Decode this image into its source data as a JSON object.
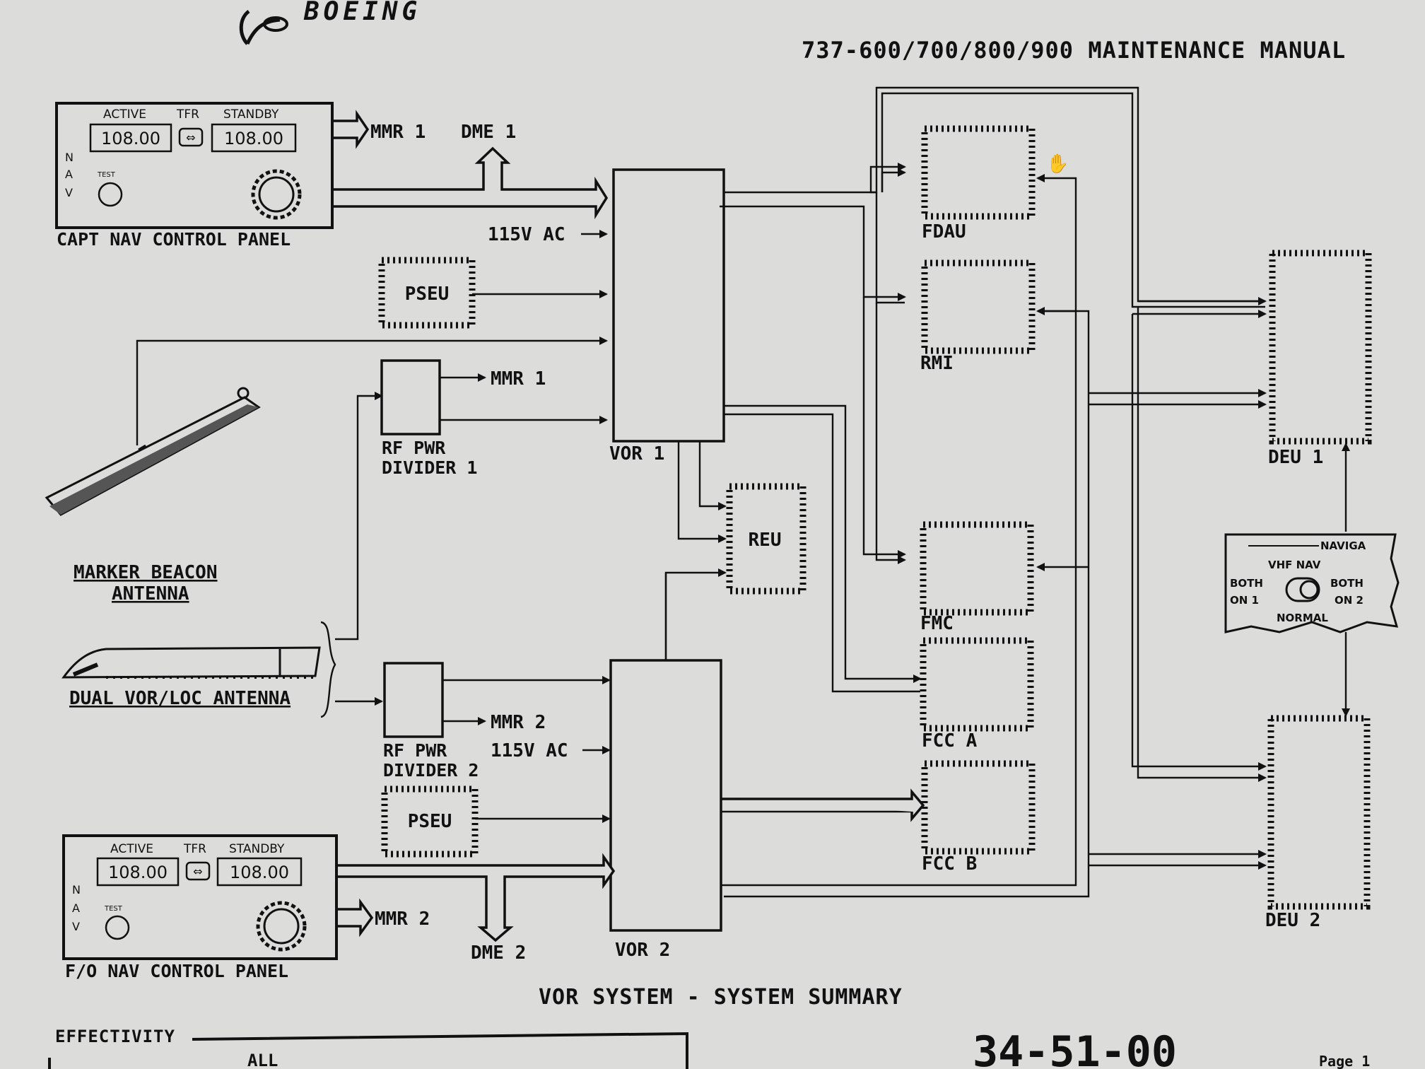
{
  "header": {
    "brand": "BOEING",
    "manual_title": "737-600/700/800/900 MAINTENANCE MANUAL"
  },
  "capt_panel": {
    "label": "CAPT NAV CONTROL PANEL",
    "active_label": "ACTIVE",
    "tfr_label": "TFR",
    "standby_label": "STANDBY",
    "active_freq": "108.00",
    "standby_freq": "108.00",
    "nav_letters": [
      "N",
      "A",
      "V"
    ],
    "test_label": "TEST"
  },
  "fo_panel": {
    "label": "F/O NAV CONTROL PANEL",
    "active_label": "ACTIVE",
    "tfr_label": "TFR",
    "standby_label": "STANDBY",
    "active_freq": "108.00",
    "standby_freq": "108.00",
    "nav_letters": [
      "N",
      "A",
      "V"
    ],
    "test_label": "TEST"
  },
  "labels": {
    "mmr1_top": "MMR 1",
    "dme1": "DME 1",
    "ac_115_1": "115V AC",
    "pseu_1": "PSEU",
    "mmr1_div": "MMR 1",
    "rf_div1_l1": "RF PWR",
    "rf_div1_l2": "DIVIDER 1",
    "vor1": "VOR 1",
    "marker_l1": "MARKER BEACON",
    "marker_l2": "ANTENNA",
    "dual_vor": "DUAL VOR/LOC ANTENNA",
    "rf_div2_l1": "RF PWR",
    "rf_div2_l2": "DIVIDER 2",
    "mmr2_div": "MMR 2",
    "ac_115_2": "115V AC",
    "pseu_2": "PSEU",
    "mmr2_bottom": "MMR 2",
    "dme2": "DME 2",
    "vor2": "VOR 2",
    "reu": "REU",
    "fdau": "FDAU",
    "rmi": "RMI",
    "fmc": "FMC",
    "fcc_a": "FCC A",
    "fcc_b": "FCC B",
    "deu1": "DEU 1",
    "deu2": "DEU 2"
  },
  "switch_panel": {
    "title": "NAVIGA",
    "vhf_nav": "VHF NAV",
    "both_on1_l1": "BOTH",
    "both_on1_l2": "ON 1",
    "both_on2_l1": "BOTH",
    "both_on2_l2": "ON 2",
    "normal": "NORMAL"
  },
  "footer": {
    "title": "VOR SYSTEM - SYSTEM SUMMARY",
    "effectivity_label": "EFFECTIVITY",
    "effectivity_value": "ALL",
    "chapter": "34-51-00",
    "page": "Page 1"
  }
}
